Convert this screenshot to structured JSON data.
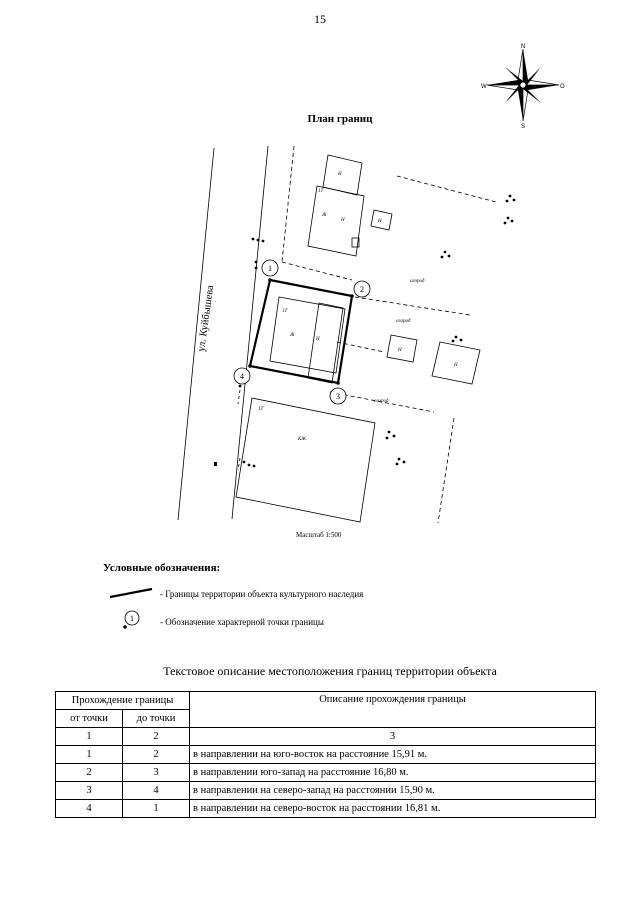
{
  "page_number": "15",
  "compass": {
    "n": "N",
    "s": "S",
    "w": "W",
    "e": "O"
  },
  "plan": {
    "title": "План границ",
    "street": "ул. Куйбышева",
    "scale": "Масштаб 1:500",
    "garden_1": "огород",
    "garden_2": "огород",
    "garden_3": "огород",
    "point_labels": [
      "1",
      "2",
      "3",
      "4"
    ],
    "labels": {
      "bldg_top_main": "Ж",
      "bldg_top_small": "Н",
      "bldg_top_roof": "Н",
      "bldg_top_annex": "Н",
      "bldg_top_floor": "1Т",
      "bldg_main_zh": "Ж",
      "bldg_main_n": "Н",
      "bldg_main_floor": "1Т",
      "bldg_right_1": "Н",
      "bldg_right_2": "Н",
      "bldg_bottom_kzh": "КЖ",
      "bldg_bottom_floor": "1Т"
    }
  },
  "legend": {
    "title": "Условные обозначения:",
    "line_text": "- Границы территории объекта культурного наследия",
    "point_num": "1",
    "point_text": "- Обозначение характерной точки границы"
  },
  "table": {
    "title": "Текстовое описание местоположения границ территории объекта",
    "head_group": "Прохождение границы",
    "head_from": "от точки",
    "head_to": "до точки",
    "head_desc": "Описание прохождения границы",
    "numbering": [
      "1",
      "2",
      "3"
    ],
    "rows": [
      {
        "from": "1",
        "to": "2",
        "desc": "в направлении на юго-восток на расстояние 15,91 м."
      },
      {
        "from": "2",
        "to": "3",
        "desc": "в направлении юго-запад на расстояние 16,80 м."
      },
      {
        "from": "3",
        "to": "4",
        "desc": "в направлении на северо-запад на расстоянии 15,90 м."
      },
      {
        "from": "4",
        "to": "1",
        "desc": "в направлении на северо-восток на расстоянии 16,81 м."
      }
    ]
  }
}
